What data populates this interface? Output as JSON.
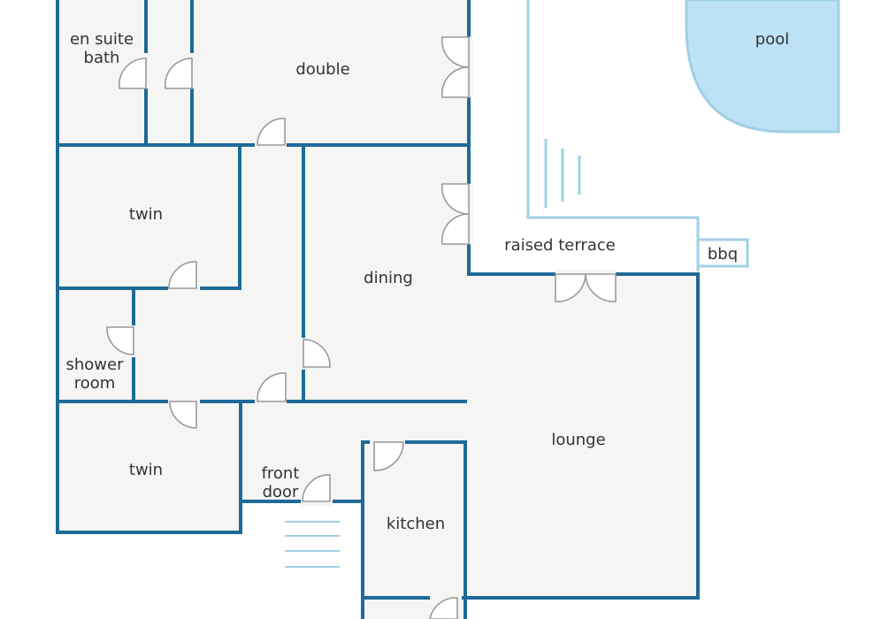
{
  "plan": {
    "rooms": {
      "en_suite": [
        "en suite",
        "bath"
      ],
      "double": "double",
      "twin_upper": "twin",
      "dining": "dining",
      "shower": [
        "shower",
        "room"
      ],
      "twin_lower": "twin",
      "front_door": [
        "front",
        "door"
      ],
      "kitchen": "kitchen",
      "lounge": "lounge",
      "terrace": "raised terrace",
      "bbq": "bbq",
      "pool": "pool"
    }
  },
  "colors": {
    "wall": "#1e6a98",
    "floor": "#f5f5f3",
    "pool": "#bde2f5",
    "outline": "#9fd0e6"
  }
}
